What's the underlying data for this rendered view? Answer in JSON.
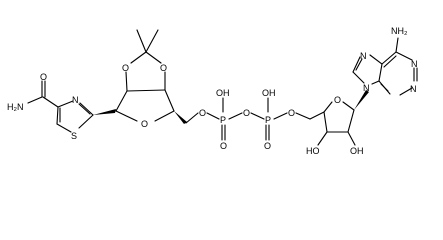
{
  "molecule": {
    "atom_labels": {
      "amide_nh2": "H₂N",
      "amide_o": "O",
      "thiazole_n": "N",
      "thiazole_s": "S",
      "dioxolane_o_left": "O",
      "dioxolane_o_right": "O",
      "ring_o": "O",
      "ester_o_left": "O",
      "p1_oh": "OH",
      "p1": "P",
      "p1_o_double": "O",
      "bridge_o": "O",
      "p2_oh": "OH",
      "p2": "P",
      "p2_o_double": "O",
      "ester_o_right": "O",
      "ribose_o": "O",
      "ho_left": "HO",
      "oh_right": "OH",
      "adenine_nh2": "NH₂",
      "n9": "N",
      "n7": "N",
      "n1": "N",
      "n3": "N"
    }
  }
}
